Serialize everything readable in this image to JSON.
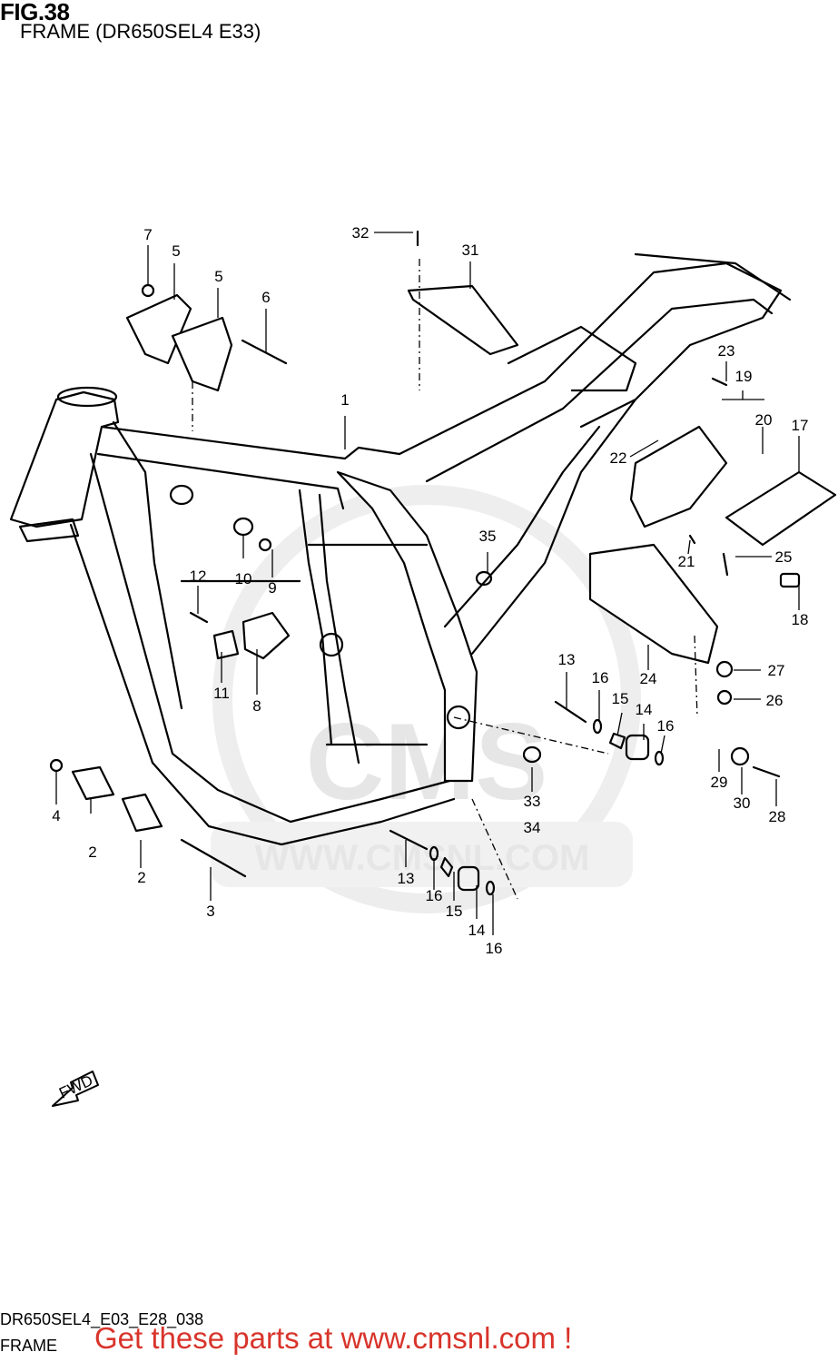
{
  "header": {
    "fig_label": "FIG.38",
    "subtitle": "FRAME (DR650SEL4 E33)"
  },
  "watermark": {
    "text": "WWW.CMSNL.COM",
    "logo_text": "CMS"
  },
  "fwd_arrow": {
    "label": "FWD"
  },
  "callouts": [
    "1",
    "2",
    "2",
    "3",
    "4",
    "5",
    "5",
    "6",
    "7",
    "8",
    "9",
    "10",
    "11",
    "12",
    "13",
    "13",
    "14",
    "14",
    "15",
    "15",
    "16",
    "16",
    "16",
    "16",
    "17",
    "18",
    "19",
    "20",
    "21",
    "22",
    "23",
    "24",
    "25",
    "26",
    "27",
    "28",
    "29",
    "30",
    "31",
    "32",
    "33",
    "34",
    "35"
  ],
  "footer": {
    "code": "DR650SEL4_E03_E28_038",
    "name": "FRAME",
    "promo": "Get these parts at www.cmsnl.com !",
    "promo_color": "#d8342b"
  }
}
